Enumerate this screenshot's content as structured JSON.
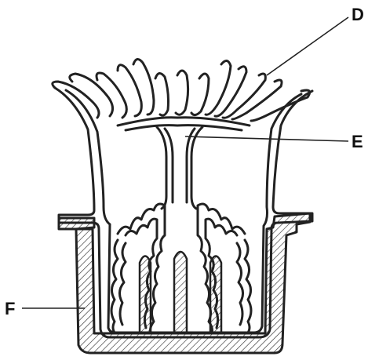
{
  "diagram": {
    "labels": {
      "d": "D",
      "e": "E",
      "f": "F"
    }
  },
  "colors": {
    "stroke": "#222222",
    "background": "#ffffff",
    "hatch": "#333333"
  }
}
